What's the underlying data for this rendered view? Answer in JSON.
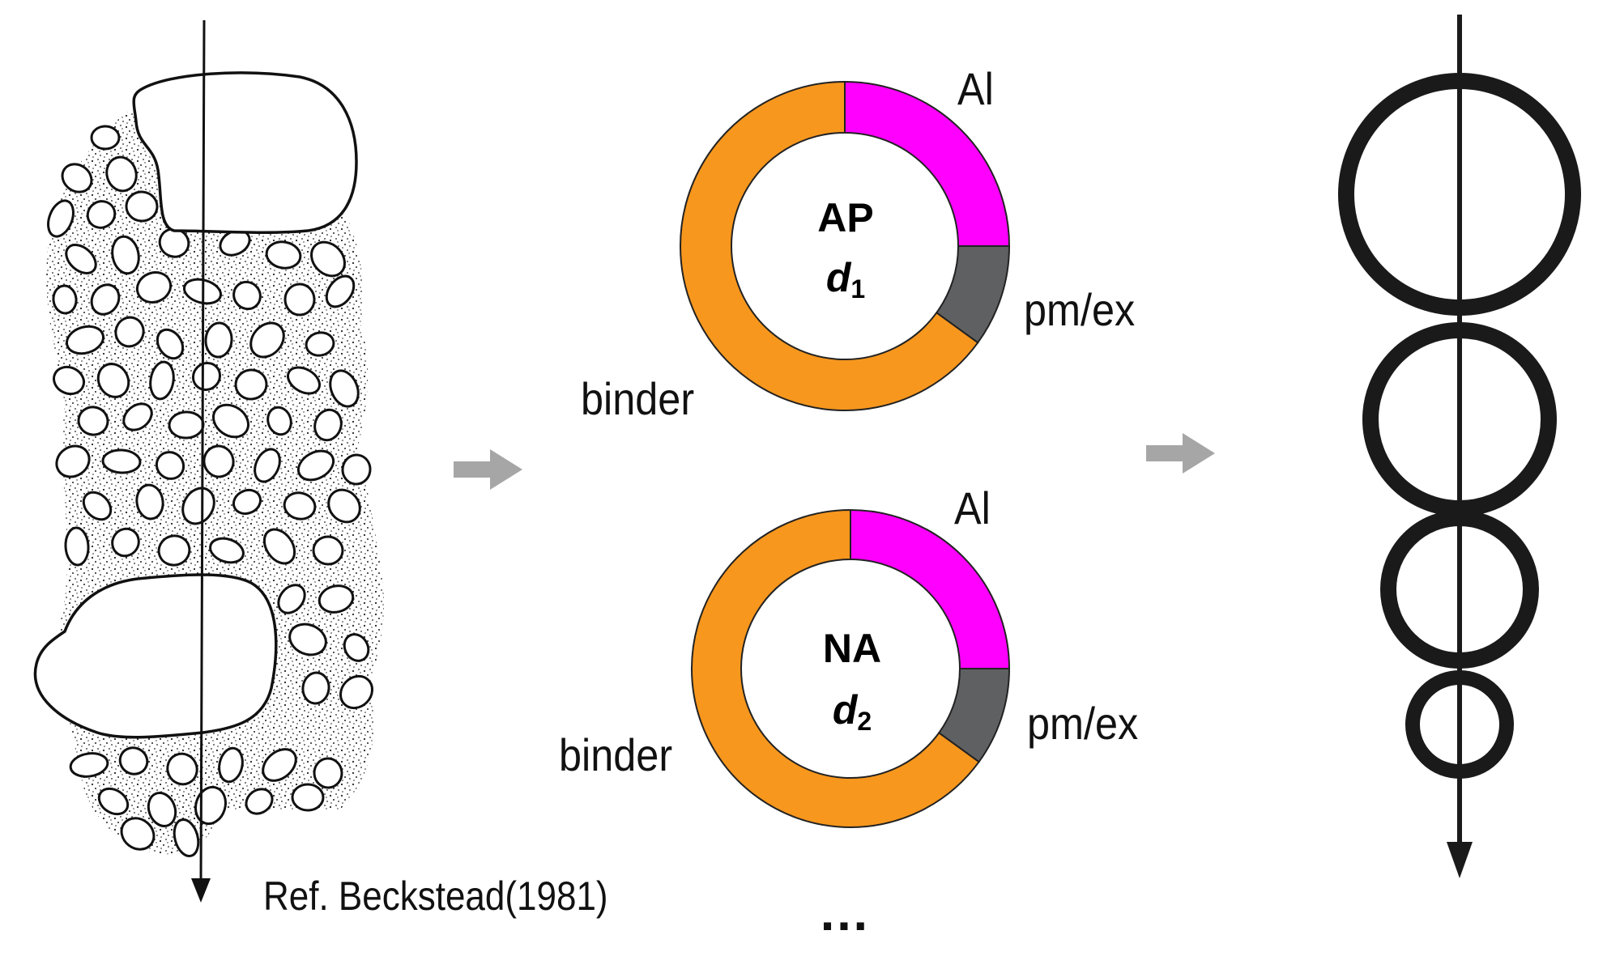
{
  "left_panel": {
    "reference": "Ref. Beckstead(1981)"
  },
  "pies": [
    {
      "center_label": "AP",
      "size_var": "d",
      "size_sub": "1",
      "segments": [
        {
          "label": "Al",
          "fraction": 0.25,
          "color": "#ff00ff"
        },
        {
          "label": "pm/ex",
          "fraction": 0.1,
          "color": "#5f6062"
        },
        {
          "label": "binder",
          "fraction": 0.65,
          "color": "#f7971e"
        }
      ]
    },
    {
      "center_label": "NA",
      "size_var": "d",
      "size_sub": "2",
      "segments": [
        {
          "label": "Al",
          "fraction": 0.25,
          "color": "#ff00ff"
        },
        {
          "label": "pm/ex",
          "fraction": 0.1,
          "color": "#5f6062"
        },
        {
          "label": "binder",
          "fraction": 0.65,
          "color": "#f7971e"
        }
      ]
    }
  ],
  "continuation": "…",
  "colors": {
    "arrow": "#a6a6a6",
    "ink": "#1a1a1a"
  }
}
